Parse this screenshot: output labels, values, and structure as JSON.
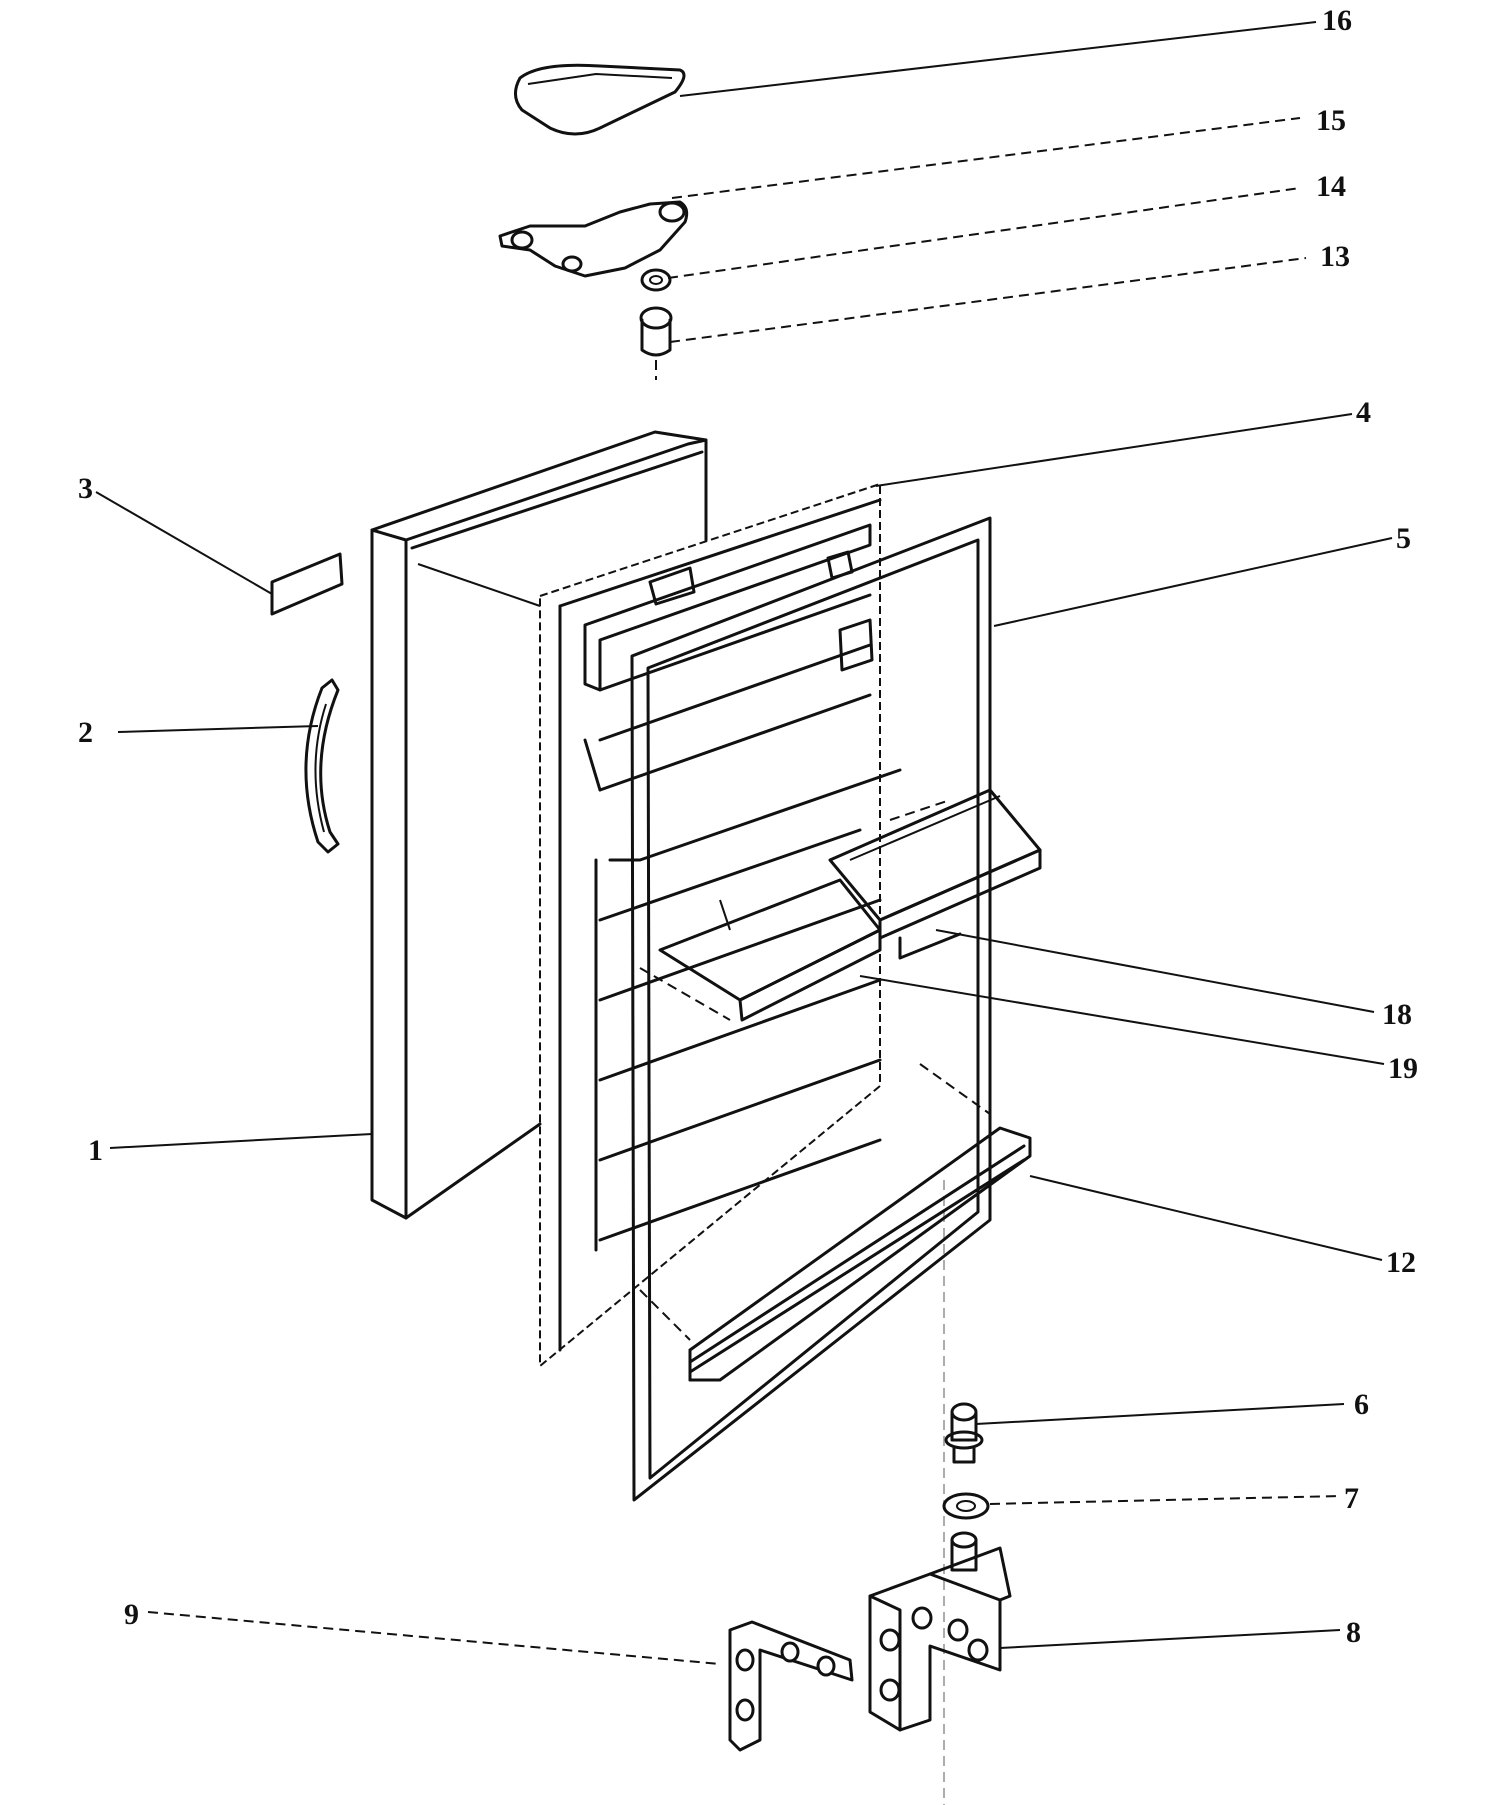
{
  "callouts": {
    "c1": "1",
    "c2": "2",
    "c3": "3",
    "c4": "4",
    "c5": "5",
    "c6": "6",
    "c7": "7",
    "c8": "8",
    "c9": "9",
    "c12": "12",
    "c13": "13",
    "c14": "14",
    "c15": "15",
    "c16": "16",
    "c18": "18",
    "c19": "19"
  }
}
